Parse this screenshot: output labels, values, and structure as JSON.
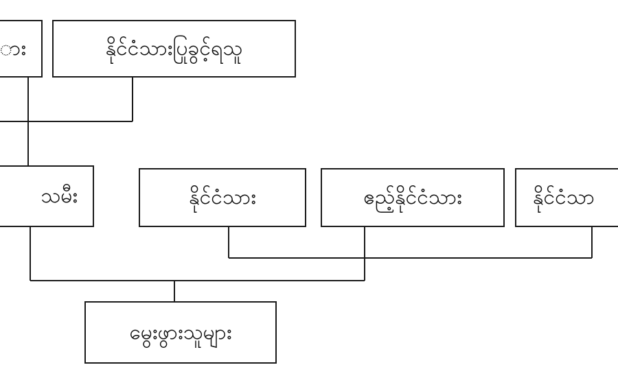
{
  "nodes": [
    {
      "id": "n1",
      "label": "ား"
    },
    {
      "id": "n2",
      "label": "နိုင်ငံသားပြုခွင့်ရသူ"
    },
    {
      "id": "n3",
      "label": "သမီး"
    },
    {
      "id": "n4",
      "label": "နိုင်ငံသား"
    },
    {
      "id": "n5",
      "label": "ဧည့်နိုင်ငံသား"
    },
    {
      "id": "n6",
      "label": "နိုင်ငံသာ"
    },
    {
      "id": "n7",
      "label": "မွေးဖွားသူများ"
    }
  ],
  "colors": {
    "stroke": "#1a1a1a",
    "background": "#ffffff",
    "text": "#111111"
  }
}
